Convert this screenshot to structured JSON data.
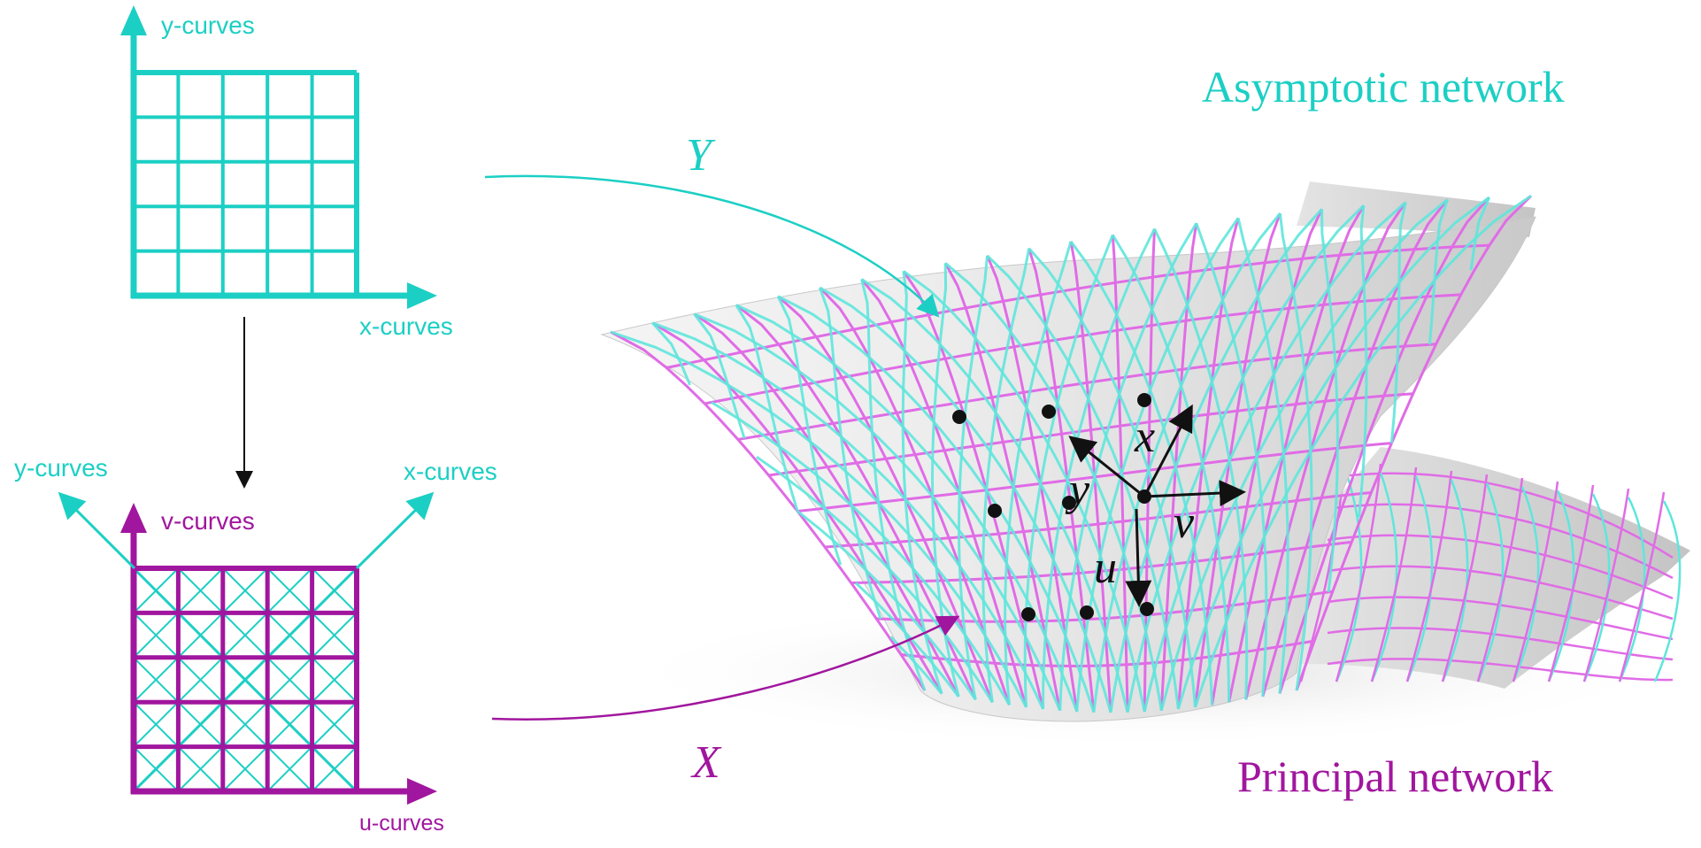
{
  "colors": {
    "teal": "#1ccfc4",
    "magenta": "#a1169e",
    "pink": "#e06ce6",
    "cyan_curve": "#5fe6dc",
    "black": "#111111"
  },
  "top_grid": {
    "y_axis_label": "y-curves",
    "x_axis_label": "x-curves"
  },
  "bottom_grid": {
    "v_axis_label": "v-curves",
    "u_axis_label": "u-curves",
    "diag_left_label": "y-curves",
    "diag_right_label": "x-curves"
  },
  "surface": {
    "asymptotic_label": "Asymptotic network",
    "principal_label": "Principal network",
    "map_Y": "Y",
    "map_X": "X",
    "vec_x": "x",
    "vec_y": "y",
    "vec_u": "u",
    "vec_v": "v"
  }
}
